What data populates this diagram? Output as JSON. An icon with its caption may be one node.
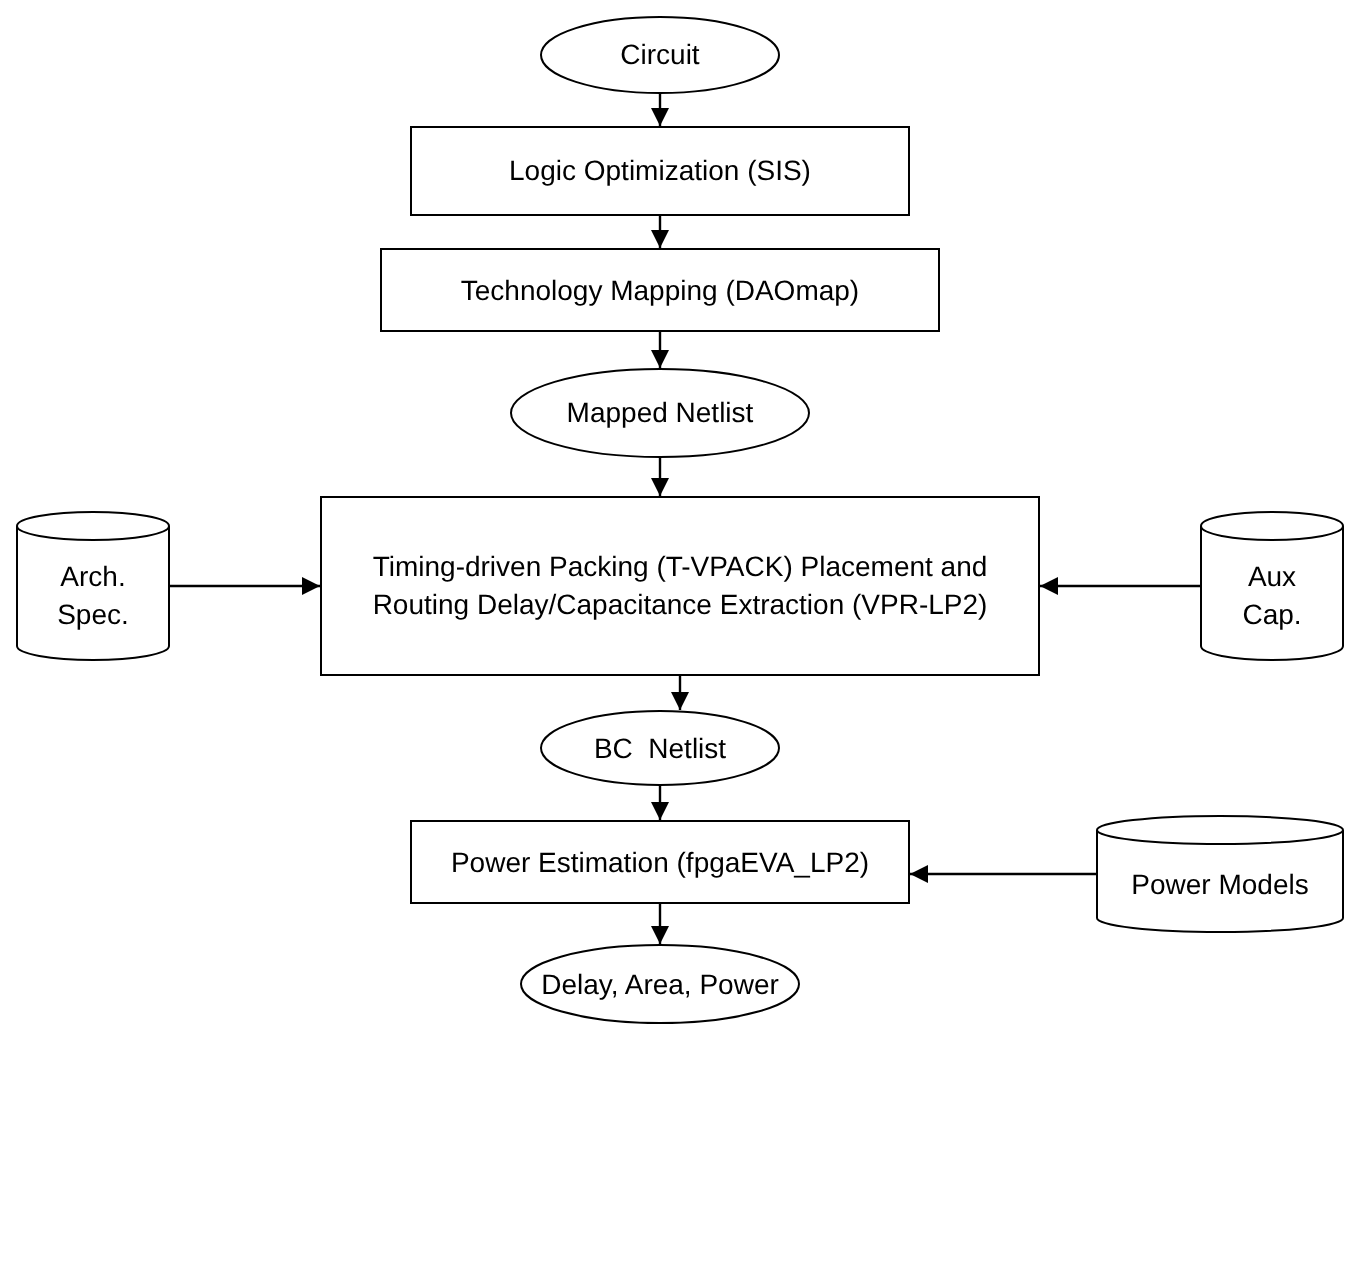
{
  "diagram": {
    "nodes": [
      {
        "text": [
          "Circuit"
        ]
      },
      {
        "text": [
          "Logic Optimization (SIS)"
        ]
      },
      {
        "text": [
          "Technology Mapping (DAOmap)"
        ]
      },
      {
        "text": [
          "Mapped Netlist"
        ]
      },
      {
        "text": [
          "Arch. Spec."
        ]
      },
      {
        "text": [
          "Timing-driven Packing (T-VPACK) Placement and Routing Delay/Capacitance Extraction (VPR-LP2)"
        ]
      },
      {
        "text": [
          "Aux Cap."
        ]
      },
      {
        "text": [
          "BC  Netlist"
        ]
      },
      {
        "text": [
          "Power Estimation (fpgaEVA_LP2)"
        ]
      },
      {
        "text": [
          "Power Models"
        ]
      },
      {
        "text": [
          "Delay, Area, Power"
        ]
      }
    ],
    "edges": [
      {
        "from": 0,
        "to": 1,
        "arrow": "to"
      },
      {
        "from": 1,
        "to": 2,
        "arrow": "to"
      },
      {
        "from": 2,
        "to": 3,
        "arrow": "to"
      },
      {
        "from": 3,
        "to": 5,
        "arrow": "to"
      },
      {
        "from": 4,
        "to": 5,
        "arrow": "to"
      },
      {
        "from": 6,
        "to": 5,
        "arrow": "to"
      },
      {
        "from": 5,
        "to": 7,
        "arrow": "to"
      },
      {
        "from": 7,
        "to": 8,
        "arrow": "to"
      },
      {
        "from": 9,
        "to": 8,
        "arrow": "to"
      },
      {
        "from": 8,
        "to": 10,
        "arrow": "to"
      }
    ]
  }
}
